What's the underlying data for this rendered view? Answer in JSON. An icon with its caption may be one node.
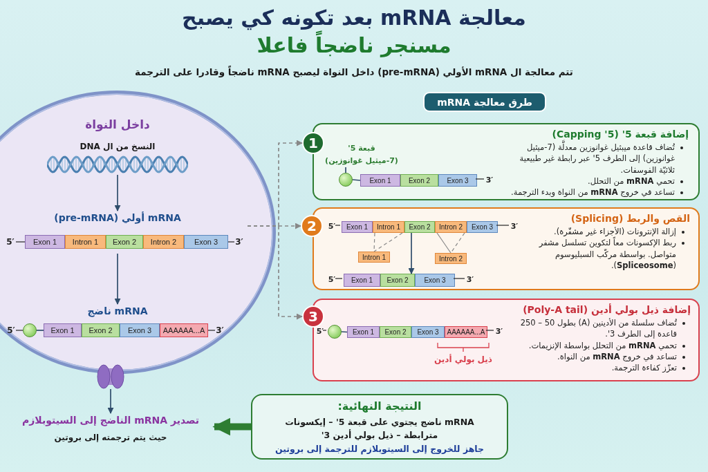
{
  "diagram": {
    "title": "معالجة mRNA بعد تكونه كي يصبح",
    "nodes": [
      {
        "text": [
          "داخل النواة"
        ]
      },
      {
        "text": [
          "النسخ من ال DNA"
        ],
        "in": 0
      },
      {
        "text": [
          "mRNA أولي (pre-mRNA)"
        ],
        "in": 0,
        "beside": [
          "5′",
          "3′"
        ]
      },
      {
        "text": [
          "Exon 1"
        ],
        "in": 2
      },
      {
        "text": [
          "Intron 1"
        ],
        "in": 2
      },
      {
        "text": [
          "Exon 2"
        ],
        "in": 2
      },
      {
        "text": [
          "Intron 2"
        ],
        "in": 2
      },
      {
        "text": [
          "Exon 3"
        ],
        "in": 2
      },
      {
        "text": [
          "mRNA ناضج"
        ],
        "in": 0,
        "beside": [
          "5′",
          "3′"
        ]
      },
      {
        "text": [],
        "shape": "circle",
        "in": 8
      },
      {
        "text": [
          "Exon 1"
        ],
        "in": 8
      },
      {
        "text": [
          "Exon 2"
        ],
        "in": 8
      },
      {
        "text": [
          "Exon 3"
        ],
        "in": 8
      },
      {
        "text": [
          "AAAAAA...A"
        ],
        "in": 8
      },
      {
        "text": [],
        "shape": "picture"
      },
      {
        "text": [
          "تصدير mRNA الناضج إلى السيتوبلازم",
          "حيث يتم ترجمته إلى بروتين"
        ]
      },
      {
        "text": [
          "طرق معالجة mRNA"
        ]
      },
      {
        "text": [
          "1"
        ]
      },
      {
        "text": [
          "إضافة قبعة 5' (5' Capping)",
          "تُضاف قاعدة ميبثيل غوانوزين معدلَّة (7-ميثيل غوانوزين) إلى الطرف 5' عبر رابطة غير طبيعية ثلاثيّة الفوسفات.",
          "تحمي **mRNA** من التحلل.",
          "تساعد في خروج **mRNA** من النواة وبدء الترجمة."
        ]
      },
      {
        "text": [
          "قبعة 5'",
          "(7-ميثيل غوانوزين)"
        ],
        "in": 18
      },
      {
        "text": [],
        "shape": "circle",
        "in": 18
      },
      {
        "text": [
          "Exon 1"
        ],
        "in": 18
      },
      {
        "text": [
          "Exon 2"
        ],
        "in": 18
      },
      {
        "text": [
          "Exon 3"
        ],
        "in": 18,
        "beside": [
          "3′"
        ]
      },
      {
        "text": [
          "2"
        ]
      },
      {
        "text": [
          "القص والربط (Splicing)",
          "إزالة الإنترونات (الأجزاء غير مشفّرة).",
          "ربط الإكسونات معاً لتكوين تسلسل مشفر متواصل. بواسطة مركّب السبليوسوم (**Spliceosome**)."
        ]
      },
      {
        "text": [
          "Exon 1"
        ],
        "in": 25,
        "beside": [
          "5′"
        ]
      },
      {
        "text": [
          "Intron 1"
        ],
        "in": 25
      },
      {
        "text": [
          "Exon 2"
        ],
        "in": 25
      },
      {
        "text": [
          "Intron 2"
        ],
        "in": 25
      },
      {
        "text": [
          "Exon 3"
        ],
        "in": 25,
        "beside": [
          "3′"
        ]
      },
      {
        "text": [
          "Intron 1"
        ],
        "in": 25
      },
      {
        "text": [
          "Intron 2"
        ],
        "in": 25
      },
      {
        "text": [
          "Exon 1"
        ],
        "in": 25,
        "beside": [
          "5′"
        ]
      },
      {
        "text": [
          "Exon 2"
        ],
        "in": 25
      },
      {
        "text": [
          "Exon 3"
        ],
        "in": 25,
        "beside": [
          "3′"
        ]
      },
      {
        "text": [
          "3"
        ]
      },
      {
        "text": [
          "إضافة ذيل بولي أدين (Poly-A tail)",
          "تُضاف سلسلة من الأدينين (A) بطول 50 – 250 قاعدة إلى الطرف 3'.",
          "تحمي **mRNA** من التحلل بواسطة الإنزيمات.",
          "تساعد في خروج **mRNA** من النواة.",
          "تعزّز كفاءة الترجمة."
        ]
      },
      {
        "text": [],
        "shape": "circle",
        "in": 37,
        "beside": [
          "5′"
        ]
      },
      {
        "text": [
          "Exon 1"
        ],
        "in": 37
      },
      {
        "text": [
          "Exon 2"
        ],
        "in": 37
      },
      {
        "text": [
          "Exon 3"
        ],
        "in": 37
      },
      {
        "text": [
          "AAAAAA...A"
        ],
        "in": 37,
        "beside": [
          "3′"
        ]
      },
      {
        "text": [
          "النتيجة النهائية:",
          "mRNA ناضج يجتوي على قبعة 5' – إيكسونات مترابطة – ذيل بولي أدين 3'",
          "جاهز للخروج إلى السيتوبلازم للترجمة إلى بروتين"
        ]
      }
    ],
    "edges": [
      {
        "from": 1,
        "to": 2,
        "arrow": "to"
      },
      {
        "from": 2,
        "to": 8,
        "arrow": "to"
      },
      {
        "from": 9,
        "to": 10,
        "arrow": "none"
      },
      {
        "from": 14,
        "to": 15,
        "arrow": "to"
      },
      {
        "from": 2,
        "to": 17,
        "arrow": "to",
        "style": "dashed",
        "color": "#888888"
      },
      {
        "from": 2,
        "to": 24,
        "arrow": "to",
        "style": "dashed",
        "color": "#888888"
      },
      {
        "from": 2,
        "to": 36,
        "arrow": "to",
        "style": "dashed",
        "color": "#888888"
      },
      {
        "from": 19,
        "to": 20,
        "arrow": "none"
      },
      {
        "from": 20,
        "to": 21,
        "arrow": "none"
      },
      {
        "from": 27,
        "to": 31,
        "arrow": "none",
        "style": "dashed",
        "color": "#888888"
      },
      {
        "from": 27,
        "to": 31,
        "arrow": "none",
        "style": "dashed",
        "color": "#888888"
      },
      {
        "from": 29,
        "to": 32,
        "arrow": "none",
        "color": "#888888"
      },
      {
        "from": 29,
        "to": 32,
        "arrow": "none",
        "style": "dashed",
        "color": "#888888"
      },
      {
        "from": 28,
        "to": 34,
        "arrow": "to"
      },
      {
        "from": 38,
        "to": 39,
        "arrow": "none"
      },
      {
        "from": 43,
        "to": 15,
        "arrow": "to",
        "style": "thick",
        "color": "#2e7d32"
      }
    ],
    "labels": [
      "مسنجر ناضجاً فاعلا",
      "تتم معالجة ال mRNA الأولي (pre-mRNA) داخل النواة ليصبح mRNA ناضجاً وقادرا على الترجمة",
      "ذيل بولي أدين"
    ]
  }
}
